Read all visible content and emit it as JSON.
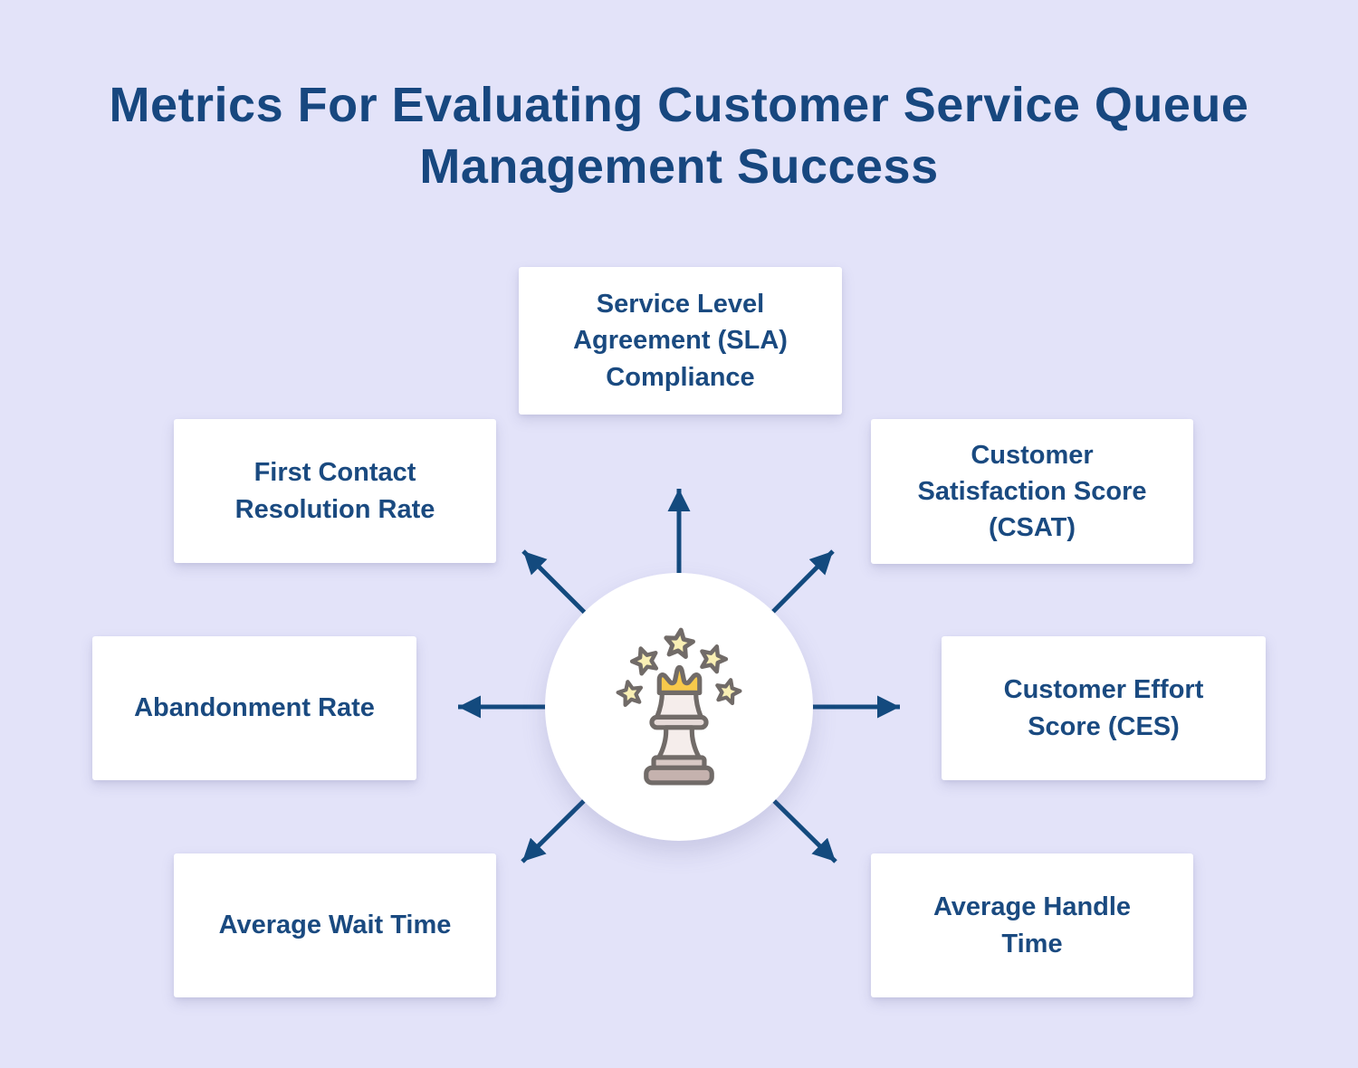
{
  "title": {
    "line1": "Metrics For Evaluating Customer Service Queue",
    "line2": "Management Success"
  },
  "center": {
    "icon": "chess-queen-with-stars",
    "star_count": 5
  },
  "nodes": [
    {
      "id": "sla",
      "position": "top",
      "label": "Service Level\nAgreement (SLA)\nCompliance"
    },
    {
      "id": "fcr",
      "position": "upper-left",
      "label": "First Contact\nResolution Rate"
    },
    {
      "id": "csat",
      "position": "upper-right",
      "label": "Customer\nSatisfaction Score\n(CSAT)"
    },
    {
      "id": "abn",
      "position": "left",
      "label": "Abandonment Rate"
    },
    {
      "id": "ces",
      "position": "right",
      "label": "Customer Effort\nScore (CES)"
    },
    {
      "id": "awt",
      "position": "lower-left",
      "label": "Average Wait Time"
    },
    {
      "id": "aht",
      "position": "lower-right",
      "label": "Average Handle\nTime"
    }
  ],
  "colors": {
    "background": "#E3E3F9",
    "card": "#FFFFFF",
    "title_text": "#17477F",
    "node_text": "#1A4A80",
    "arrow": "#134A7E",
    "star_fill": "#F9EFB4",
    "crown_gold": "#F7C94B",
    "piece_body": "#F5EDEB",
    "piece_collar": "#E6DAD8",
    "piece_base": "#C5B2AE",
    "icon_outline": "#716B68"
  }
}
